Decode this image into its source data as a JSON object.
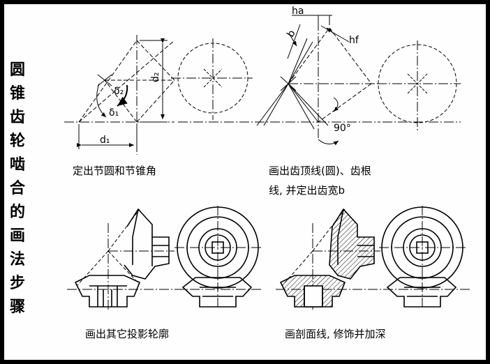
{
  "title_chars": [
    "圆",
    "锥",
    "齿",
    "轮",
    "啮",
    "合",
    "的",
    "画",
    "法",
    "步",
    "骤"
  ],
  "captions": {
    "step1": "定出节圆和节锥角",
    "step2_line1": "画出齿顶线(圆)、齿根",
    "step2_line2": "线, 并定出齿宽b",
    "step3": "画出其它投影轮廓",
    "step4": "画剖面线, 修饰并加深"
  },
  "labels": {
    "delta2": "δ₂",
    "delta1": "δ₁",
    "d2": "d₂",
    "d1": "d₁",
    "ha": "ha",
    "hf": "hf",
    "b": "b",
    "angle90": "90°"
  }
}
